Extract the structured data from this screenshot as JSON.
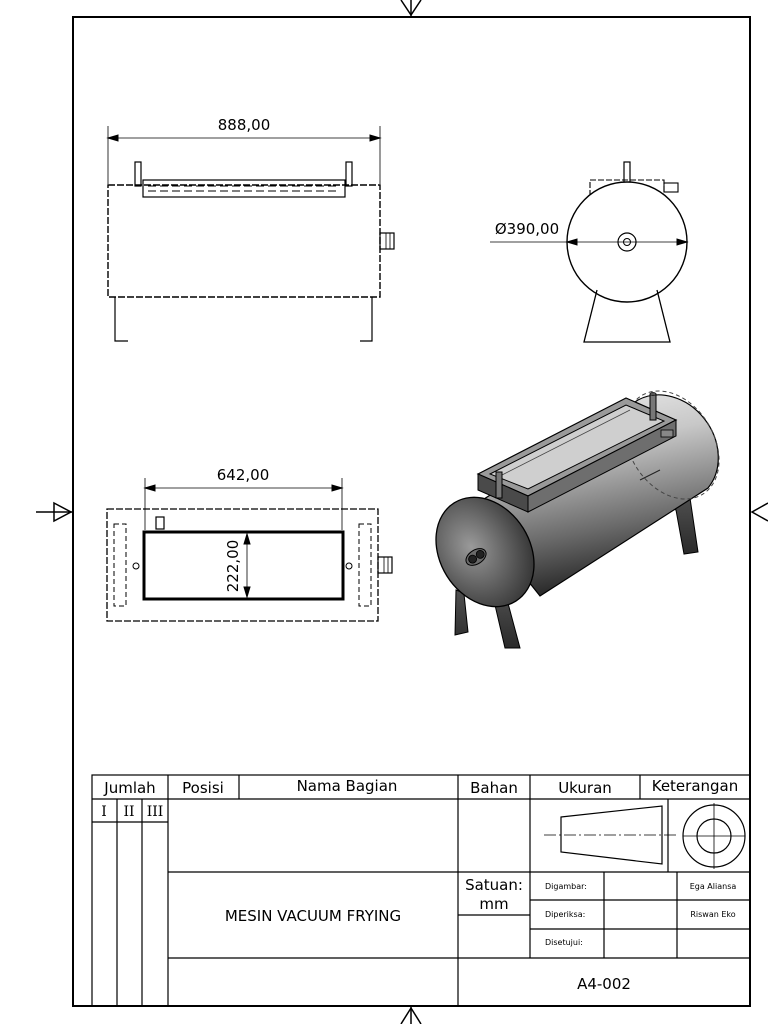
{
  "drawing": {
    "dimensions": {
      "front_length": "888,00",
      "side_diameter": "Ø390,00",
      "top_length": "642,00",
      "top_width": "222,00"
    }
  },
  "title_block": {
    "headers": {
      "jumlah": "Jumlah",
      "posisi": "Posisi",
      "nama_bagian": "Nama Bagian",
      "bahan": "Bahan",
      "ukuran": "Ukuran",
      "keterangan": "Keterangan"
    },
    "sub_headers": {
      "i": "I",
      "ii": "II",
      "iii": "III"
    },
    "project_title": "MESIN VACUUM FRYING",
    "satuan_label": "Satuan:",
    "satuan_value": "mm",
    "roles": {
      "drawn_label": "Digambar:",
      "drawn_name": "Ega Aliansa",
      "checked_label": "Diperiksa:",
      "checked_name": "Riswan Eko",
      "approved_label": "Disetujui:"
    },
    "drawing_number": "A4-002"
  }
}
